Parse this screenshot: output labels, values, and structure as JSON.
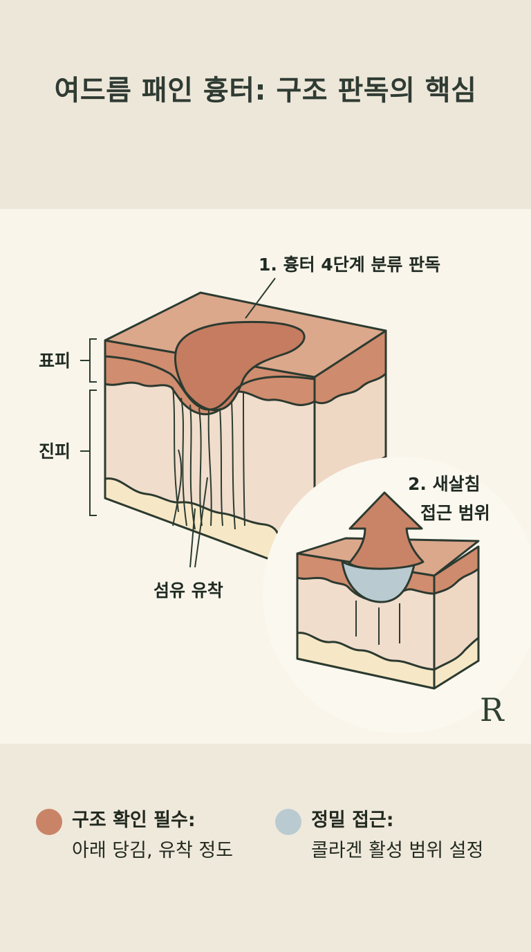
{
  "title": "여드름 패인 흉터: 구조 판독의 핵심",
  "diagram": {
    "label_classification": "1. 흉터 4단계 분류 판독",
    "label_epidermis": "표피",
    "label_dermis": "진피",
    "label_fibrous_adhesion": "섬유 유착",
    "label_new_flesh_line1": "2. 새살침",
    "label_new_flesh_line2": "접근 범위",
    "logo_letter": "R"
  },
  "legend": [
    {
      "title": "구조 확인 필수:",
      "desc": "아래 당김, 유착 정도",
      "color": "#c98468"
    },
    {
      "title": "정밀 접근:",
      "desc": "콜라겐 활성 범위 설정",
      "color": "#b9cbd1"
    }
  ],
  "colors": {
    "scar_brown": "#c98468",
    "epidermis": "#dba88c",
    "dermis": "#f0ddcc",
    "fat": "#f6e8c6",
    "collagen_blue": "#b9cbd1",
    "outline": "#2c3a30"
  }
}
